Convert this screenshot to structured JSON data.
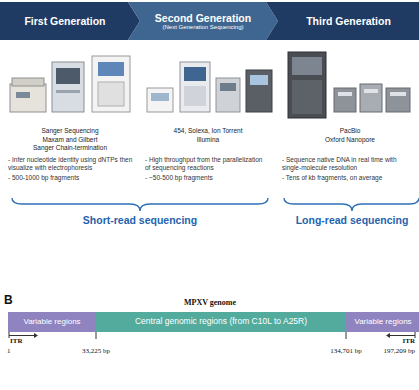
{
  "diagram": {
    "nodes": [
      {
        "text": [
          "First Generation"
        ]
      },
      {
        "text": [
          "Second Generation",
          "(Next Generation Sequencing)"
        ]
      },
      {
        "text": [
          "Third Generation"
        ]
      },
      {
        "text": [
          "Variable regions"
        ]
      },
      {
        "text": [
          "Central genomic regions (from C10L to A25R)"
        ]
      },
      {
        "text": [
          "Variable regions"
        ]
      }
    ],
    "labels": [
      "Sanger Sequencing",
      "Maxam and Gilbert",
      "Sanger Chain-termination",
      "- Infer nucleotide identity using dNTPs then visualize with electrophoresis",
      "- 500-1000 bp fragments",
      "454, Solexa, Ion Torrent",
      "Illumina",
      "- High throughput from the parallelization of sequencing reactions",
      "- ~50-500 bp fragments",
      "PacBio",
      "Oxford Nanopore",
      "- Sequence native DNA in real time with single-molecule resolution",
      "- Tens of kb fragments, on average",
      "Short-read sequencing",
      "Long-read sequencing",
      "B",
      "MPXV genome",
      "ITR",
      "1",
      "33,225 bp",
      "134,701 bp",
      "ITR",
      "197,209 bp"
    ]
  }
}
